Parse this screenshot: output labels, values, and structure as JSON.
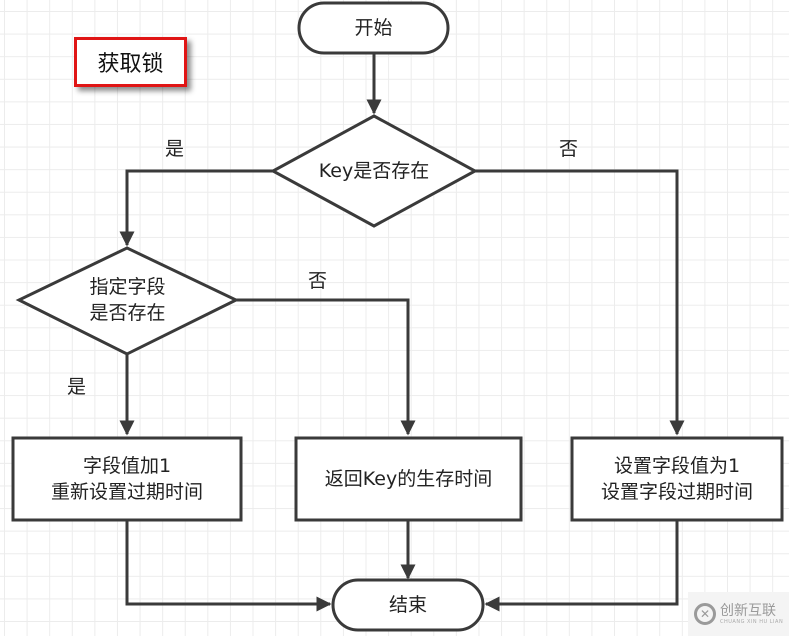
{
  "title_label": "获取锁",
  "nodes": {
    "start": "开始",
    "decision_key": "Key是否存在",
    "decision_field_line1": "指定字段",
    "decision_field_line2": "是否存在",
    "box_increment_line1": "字段值加1",
    "box_increment_line2": "重新设置过期时间",
    "box_return_ttl": "返回Key的生存时间",
    "box_set_line1": "设置字段值为1",
    "box_set_line2": "设置字段过期时间",
    "end": "结束"
  },
  "edge_labels": {
    "key_yes": "是",
    "key_no": "否",
    "field_yes": "是",
    "field_no": "否"
  },
  "watermark": {
    "logo": "icon-x",
    "name": "创新互联",
    "subtitle": "CHUANG XIN HU LIAN"
  },
  "colors": {
    "stroke": "#3a3a3a",
    "title_border": "#e01515",
    "grid": "#ececec"
  }
}
